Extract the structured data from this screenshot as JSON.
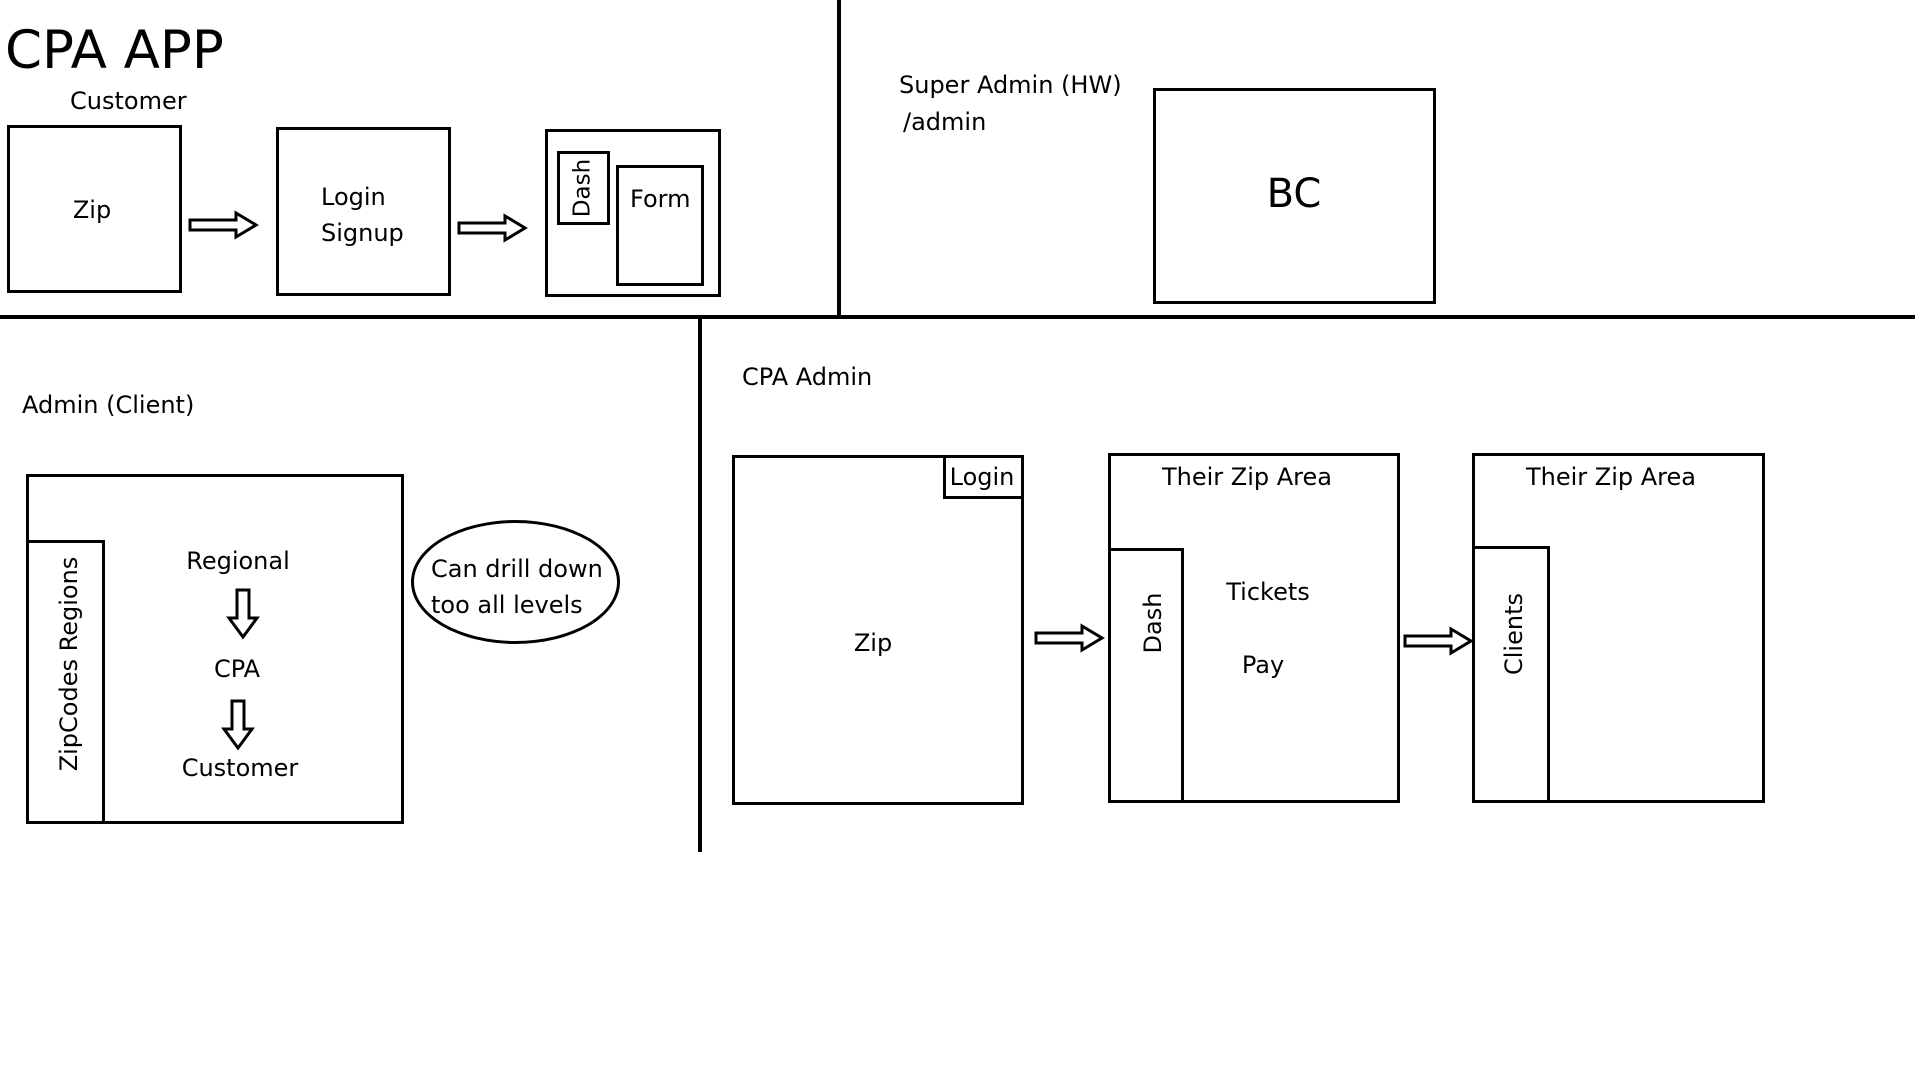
{
  "title": "CPA APP",
  "customer_section": {
    "label": "Customer",
    "zip_box": "Zip",
    "login_box": {
      "line1": "Login",
      "line2": "Signup"
    },
    "app_box": {
      "dash": "Dash",
      "form": "Form"
    }
  },
  "super_admin_section": {
    "label": "Super Admin (HW)",
    "path": "/admin",
    "bc_box": "BC"
  },
  "admin_client_section": {
    "label": "Admin (Client)",
    "sidebar": "ZipCodes Regions",
    "levels": [
      "Regional",
      "CPA",
      "Customer"
    ],
    "note": {
      "line1": "Can drill down",
      "line2": "too all levels"
    }
  },
  "cpa_admin_section": {
    "label": "CPA Admin",
    "zip_box": {
      "corner": "Login",
      "body": "Zip"
    },
    "dash_box": {
      "header": "Their Zip Area",
      "sidebar": "Dash",
      "item1": "Tickets",
      "item2": "Pay"
    },
    "clients_box": {
      "header": "Their Zip Area",
      "sidebar": "Clients"
    }
  }
}
